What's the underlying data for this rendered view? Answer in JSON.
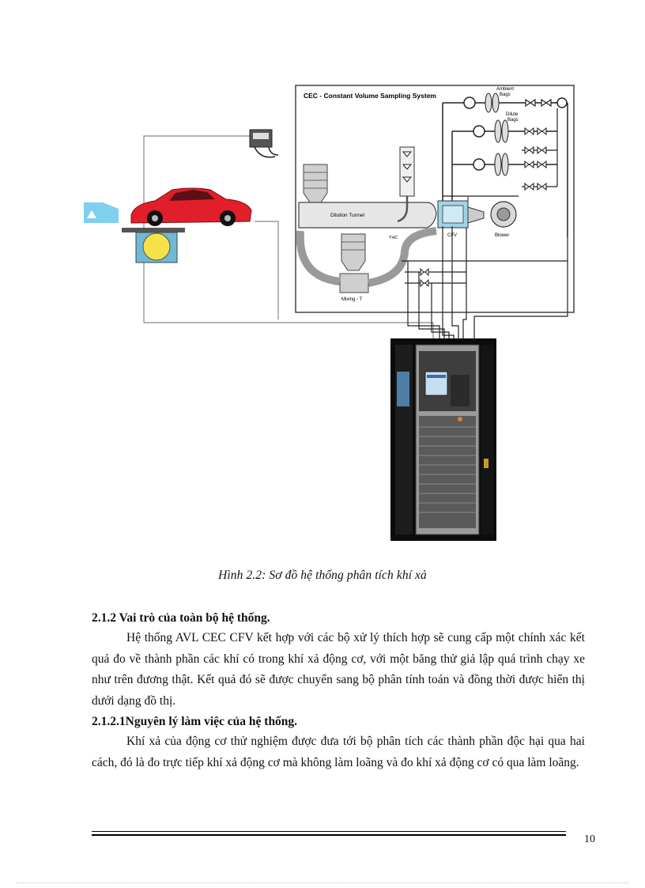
{
  "figure": {
    "system_title": "CEC - Constant Volume Sampling System",
    "labels": {
      "ambient_bags": [
        "Ambient",
        "Bags"
      ],
      "dilute_bags": [
        "Dilute",
        "Bags"
      ],
      "dilution_tunnel": "Dilution Tunnel",
      "thc": "THC",
      "cfv": "CFV",
      "blower": "Blower",
      "mixing_t": "Mixing - T"
    },
    "caption": "Hình 2.2: Sơ đồ hệ thống phân tích khí xả"
  },
  "section": {
    "heading": "2.1.2   Vai trò của toàn bộ hệ thống.",
    "paragraph1": "Hệ thống AVL CEC CFV kết hợp với các bộ xử lý thích hợp sẽ cung cấp một chính xác kết quả đo về thành phần các khí có trong khí xả động cơ, với một băng thử giả lập quá trình chạy xe như trên đương thật. Kết quả đó sẽ được chuyển sang bộ phân tính toán và đồng thời được hiển thị dưới dạng đồ thị.",
    "subheading": "2.1.2.1Nguyên lý làm việc của hệ thống.",
    "paragraph2": "Khí xả của động cơ thử nghiệm được đưa tới bộ phân tích các thành phần độc hại qua hai cách, đó là đo trực tiếp khí xả động cơ mà không làm loãng và đo khí xả động cơ có qua làm loãng."
  },
  "footer": {
    "page_number": "10"
  }
}
